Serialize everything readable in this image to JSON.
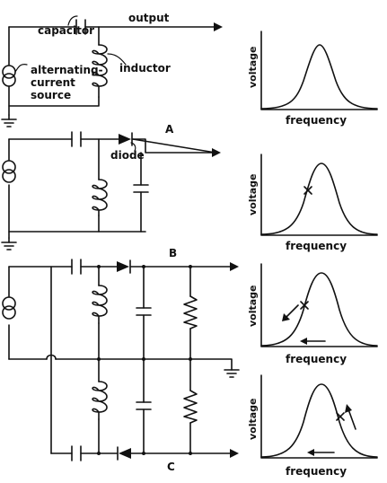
{
  "panels": [
    {
      "letter": "A",
      "labels": {
        "capacitor": "capacitor",
        "output": "output",
        "source": [
          "alternating-",
          "current",
          "source"
        ],
        "inductor": "inductor"
      },
      "graph": {
        "ylabel": "voltage",
        "xlabel": "frequency"
      }
    },
    {
      "letter": "B",
      "labels": {
        "diode": "diode"
      },
      "graph": {
        "ylabel": "voltage",
        "xlabel": "frequency"
      }
    },
    {
      "letter": "C",
      "graphs": [
        {
          "ylabel": "voltage",
          "xlabel": "frequency"
        },
        {
          "ylabel": "voltage",
          "xlabel": "frequency"
        }
      ]
    }
  ],
  "colors": {
    "ink": "#111111",
    "paper": "#ffffff"
  }
}
